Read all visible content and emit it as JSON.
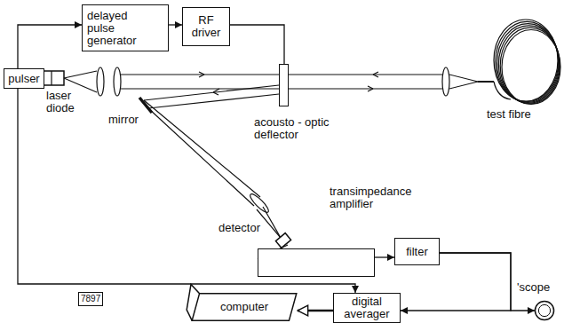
{
  "diagram": {
    "nodes": [
      {
        "text": [
          "delayed pulse generator"
        ]
      },
      {
        "text": [
          "RF driver"
        ]
      },
      {
        "text": [
          "pulser"
        ]
      },
      {
        "text": [
          "acousto - optic deflector"
        ]
      },
      {
        "text": [
          "transimpedance amplifier"
        ]
      },
      {
        "text": [
          "filter"
        ]
      },
      {
        "text": [
          "'scope"
        ]
      },
      {
        "text": [
          "digital averager"
        ]
      },
      {
        "text": [
          "computer"
        ]
      }
    ],
    "edges": [
      {
        "from": 2,
        "to": 0,
        "arrow": "to"
      },
      {
        "from": 0,
        "to": 1,
        "arrow": "to"
      },
      {
        "from": 1,
        "to": 3,
        "arrow": "none"
      },
      {
        "from": 2,
        "to": 7,
        "arrow": "to"
      },
      {
        "from": 4,
        "to": 5,
        "arrow": "to"
      },
      {
        "from": 5,
        "to": 6,
        "arrow": "to"
      },
      {
        "from": 5,
        "to": 7,
        "arrow": "to"
      },
      {
        "from": 7,
        "to": 8,
        "arrow": "to"
      }
    ],
    "labels": [
      "laser diode",
      "mirror",
      "detector",
      "test fibre",
      "7897"
    ]
  }
}
